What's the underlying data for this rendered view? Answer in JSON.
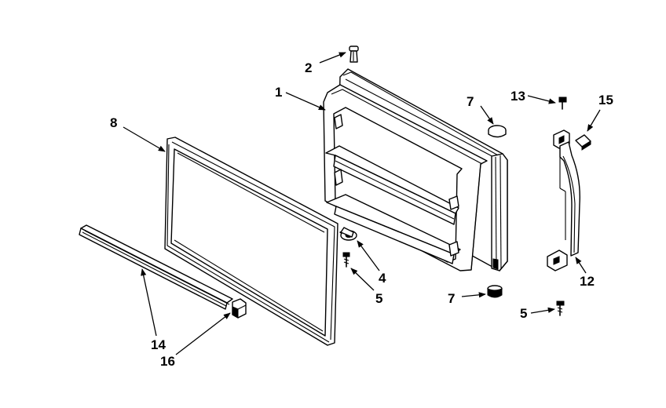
{
  "callouts": {
    "c1": "1",
    "c2": "2",
    "c4": "4",
    "c5a": "5",
    "c5b": "5",
    "c7a": "7",
    "c7b": "7",
    "c8": "8",
    "c12": "12",
    "c13": "13",
    "c14": "14",
    "c15": "15",
    "c16": "16"
  },
  "parts": [
    {
      "callout": "1",
      "icon": "door-panel-icon"
    },
    {
      "callout": "2",
      "icon": "door-stop-icon"
    },
    {
      "callout": "4",
      "icon": "hinge-pin-bracket-icon"
    },
    {
      "callout": "5",
      "icon": "screw-icon"
    },
    {
      "callout": "7",
      "icon": "cap-icon"
    },
    {
      "callout": "8",
      "icon": "gasket-icon"
    },
    {
      "callout": "12",
      "icon": "handle-icon"
    },
    {
      "callout": "13",
      "icon": "screw-icon"
    },
    {
      "callout": "14",
      "icon": "trim-strip-icon"
    },
    {
      "callout": "15",
      "icon": "plug-icon"
    },
    {
      "callout": "16",
      "icon": "end-cap-icon"
    }
  ]
}
